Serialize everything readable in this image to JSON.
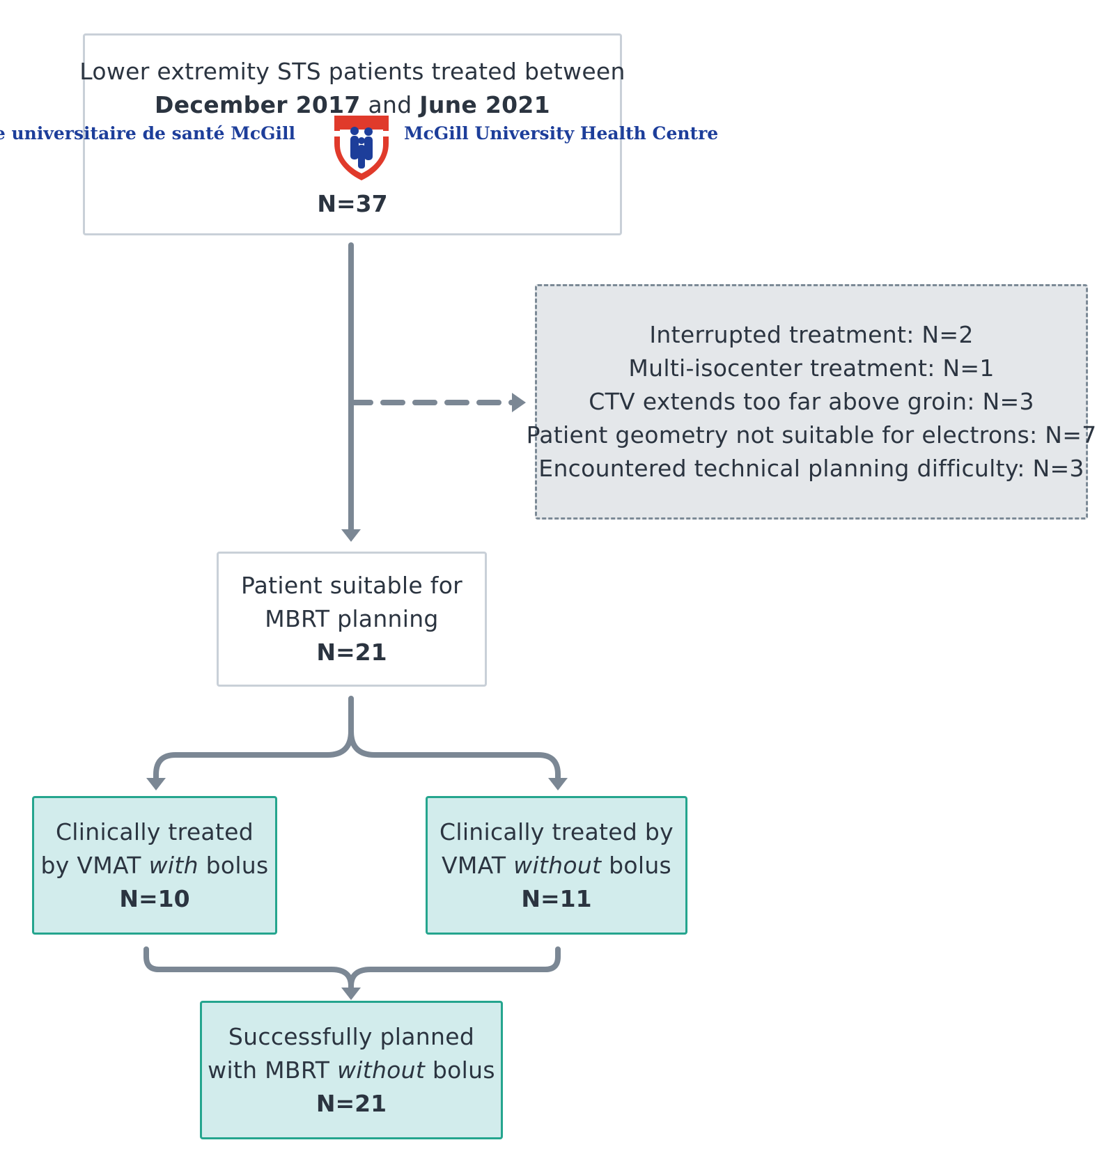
{
  "top_box": {
    "line1": "Lower extremity STS patients treated between",
    "date_start": "December 2017",
    "date_join": "and",
    "date_end": "June 2021",
    "logo_fr_line1": "Centre universitaire",
    "logo_fr_line2": "de santé McGill",
    "logo_en_line1": "McGill University",
    "logo_en_line2": "Health Centre",
    "count": "N=37"
  },
  "exclusion_box": {
    "items": [
      "Interrupted treatment: N=2",
      "Multi-isocenter treatment: N=1",
      "CTV extends too far above groin: N=3",
      "Patient geometry not suitable for electrons: N=7",
      "Encountered technical planning difficulty: N=3"
    ]
  },
  "suitable_box": {
    "line1": "Patient suitable for",
    "line2": "MBRT planning",
    "count": "N=21"
  },
  "with_bolus_box": {
    "line1": "Clinically treated",
    "line2_pre": "by VMAT",
    "line2_em": "with",
    "line2_post": "bolus",
    "count": "N=10"
  },
  "without_bolus_box": {
    "line1": "Clinically treated by",
    "line2_pre": "VMAT",
    "line2_em": "without",
    "line2_post": "bolus",
    "count": "N=11"
  },
  "result_box": {
    "line1": "Successfully planned",
    "line2_pre": "with MBRT",
    "line2_em": "without",
    "line2_post": "bolus",
    "count": "N=21"
  },
  "colors": {
    "connector": "#7b8794",
    "teal_fill": "#d2ecec",
    "teal_border": "#25a58e",
    "exclusion_fill": "#e4e7ea",
    "logo_blue": "#1d3e9a",
    "logo_red": "#e03a2b"
  }
}
